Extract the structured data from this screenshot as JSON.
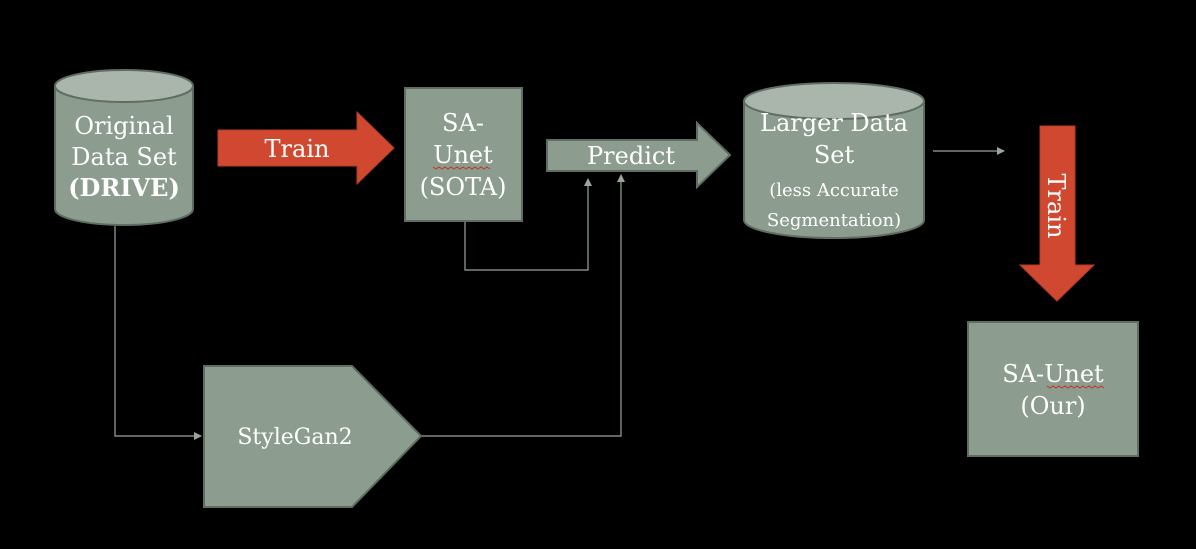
{
  "colors": {
    "background": "#000000",
    "node_fill": "#8c9c8e",
    "node_stroke": "#5f6e62",
    "arrow_red": "#d0482f",
    "connector": "#9aa59c",
    "text": "#ffffff"
  },
  "nodes": {
    "original": {
      "line1": "Original",
      "line2": "Data Set",
      "line3": "(DRIVE)"
    },
    "sa_unet_sota": {
      "line1": "SA-",
      "line2": "Unet",
      "line3": "(SOTA)"
    },
    "larger": {
      "line1": "Larger Data",
      "line2": "Set",
      "line3": "(less Accurate",
      "line4": "Segmentation)"
    },
    "sa_unet_our": {
      "line1": "SA-Unet",
      "line2": "(Our)"
    },
    "stylegan": {
      "label": "StyleGan2"
    }
  },
  "arrows": {
    "train_1": "Train",
    "predict": "Predict",
    "train_2": "Train"
  }
}
